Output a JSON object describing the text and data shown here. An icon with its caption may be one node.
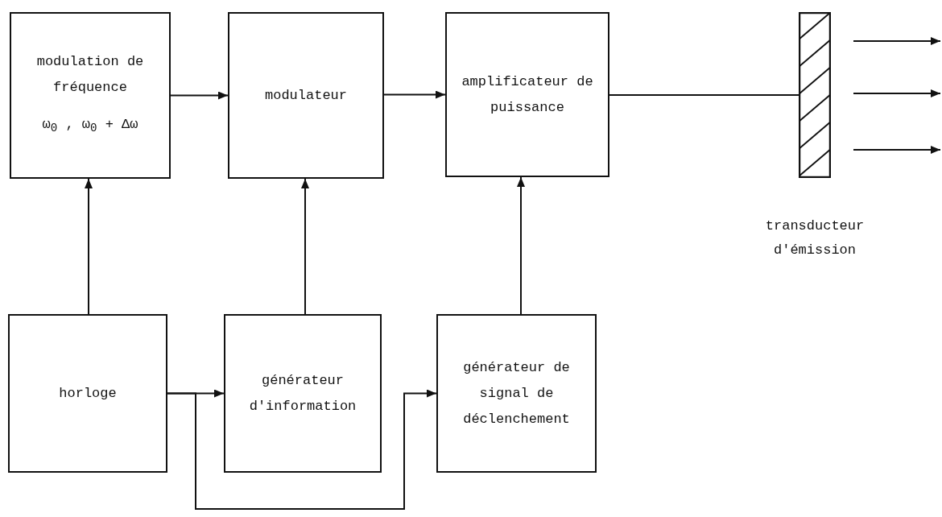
{
  "diagram": {
    "nodes": [
      {
        "text": [
          "modulation de fréquence",
          "ω$_{0}$ ,  ω$_{0}$ + Δω"
        ]
      },
      {
        "text": [
          "modulateur"
        ]
      },
      {
        "text": [
          "amplificateur de puissance"
        ]
      },
      {
        "text": [],
        "shape": "bar",
        "beside": [
          "transducteur d'émission"
        ]
      },
      {
        "text": [
          "horloge"
        ]
      },
      {
        "text": [
          "générateur d'information"
        ]
      },
      {
        "text": [
          "générateur de signal de déclenchement"
        ]
      }
    ],
    "edges": [
      {
        "from": 0,
        "to": 1,
        "arrow": "to"
      },
      {
        "from": 1,
        "to": 2,
        "arrow": "to"
      },
      {
        "from": 2,
        "to": 3,
        "arrow": "none"
      },
      {
        "from": 3,
        "to": null,
        "arrow": "to"
      },
      {
        "from": 3,
        "to": null,
        "arrow": "to"
      },
      {
        "from": 3,
        "to": null,
        "arrow": "to"
      },
      {
        "from": 4,
        "to": 0,
        "arrow": "to"
      },
      {
        "from": 5,
        "to": 1,
        "arrow": "to"
      },
      {
        "from": 6,
        "to": 2,
        "arrow": "to"
      },
      {
        "from": 4,
        "to": 5,
        "arrow": "to"
      },
      {
        "from": 4,
        "to": 6,
        "arrow": "to"
      }
    ]
  }
}
